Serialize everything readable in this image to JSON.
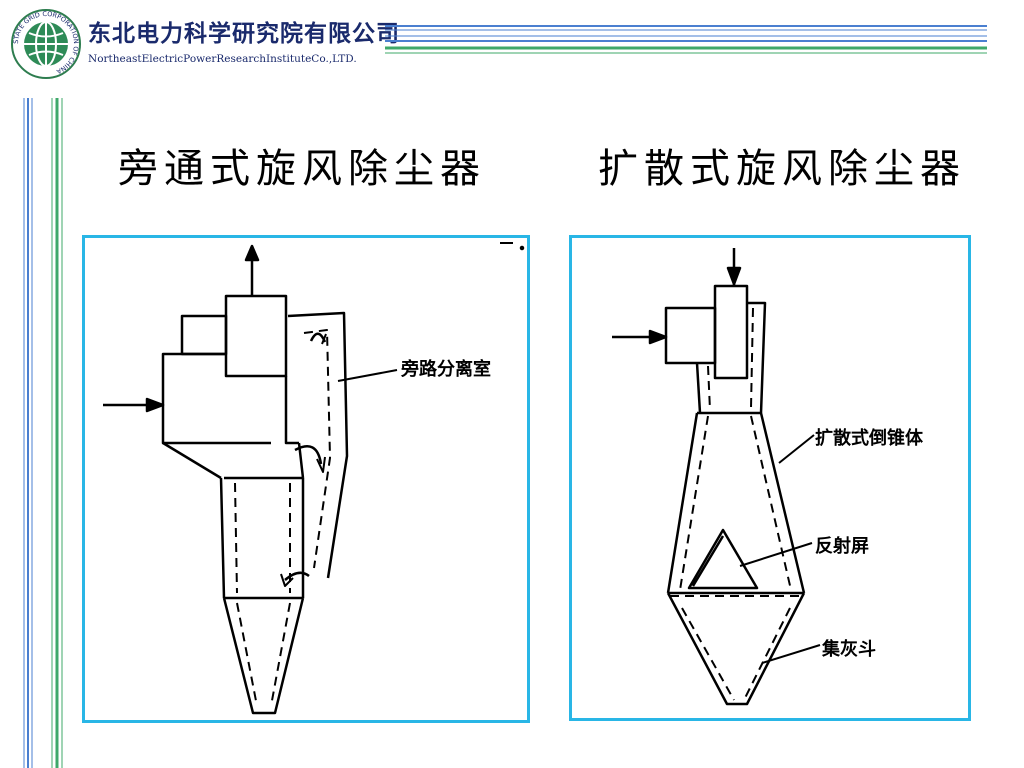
{
  "header": {
    "company_cn": "东北电力科学研究院有限公司",
    "company_en": "NortheastElectricPowerResearchInstituteCo.,LTD.",
    "logo_ring_text": "STATE GRID CORPORATION OF CHINA"
  },
  "diagrams": [
    {
      "title": "旁通式旋风除尘器",
      "labels": [
        "旁路分离室"
      ]
    },
    {
      "title": "扩散式旋风除尘器",
      "labels": [
        "扩散式倒锥体",
        "反射屏",
        "集灰斗"
      ]
    }
  ],
  "colors": {
    "panel_border": "#29b6e6",
    "rule_blue": "#4a7fd0",
    "rule_green": "#3fa86a",
    "brand_navy": "#1a2a6c"
  }
}
